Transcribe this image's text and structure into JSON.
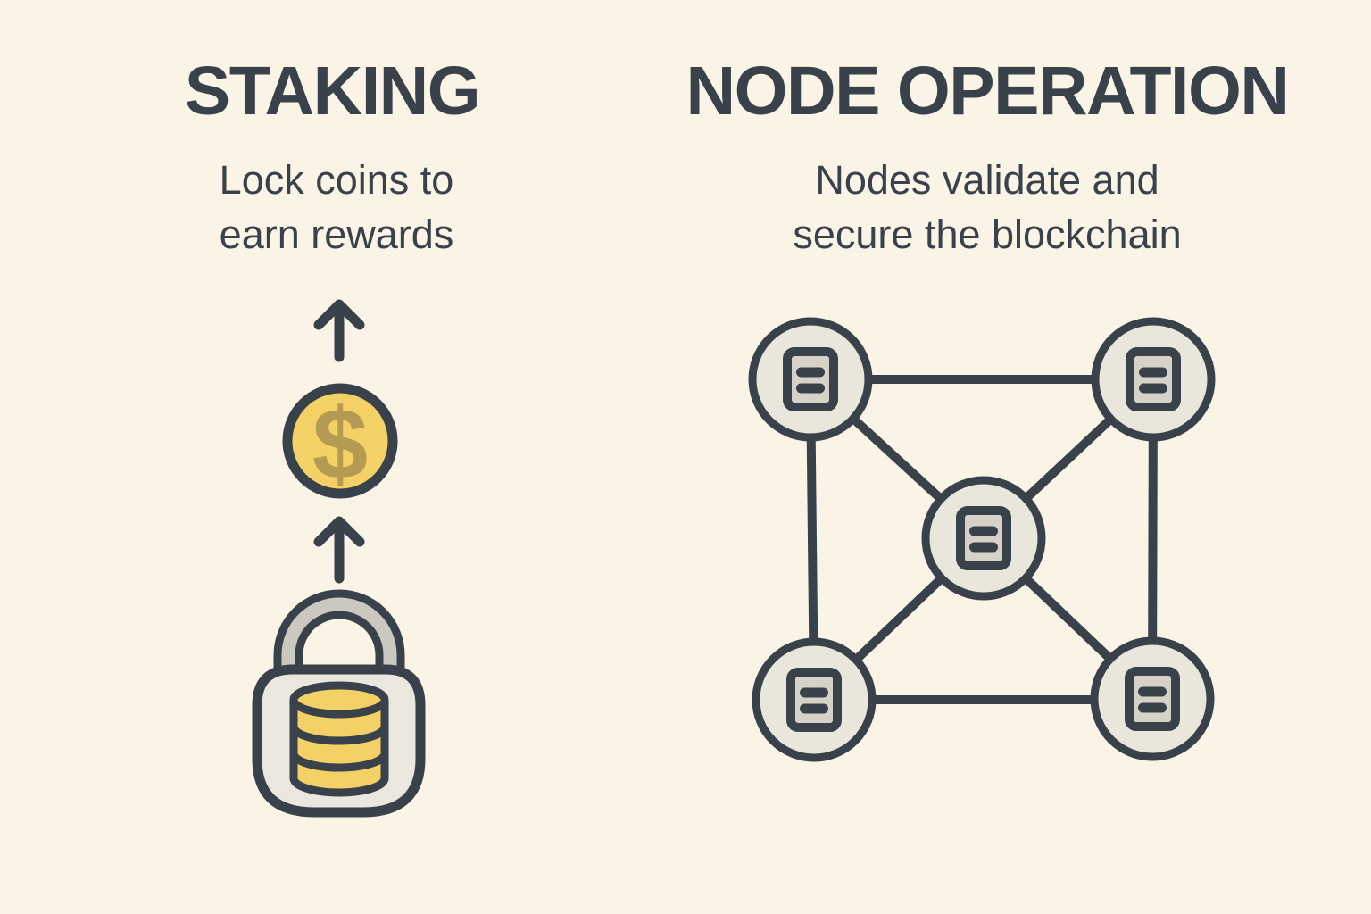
{
  "staking": {
    "title": "STAKING",
    "subtitle": [
      "Lock coins to",
      "earn rewards"
    ],
    "coin_symbol": "$"
  },
  "node_operation": {
    "title": "NODE OPERATION",
    "subtitle": [
      "Nodes validate and",
      "secure the blockchain"
    ]
  },
  "colors": {
    "bg": "#faf4e6",
    "ink": "#39414b",
    "node-fill": "#e9e6dc",
    "doc-fill": "#d6d2c8",
    "coin-fill": "#f3d164",
    "dollar": "#b49a52",
    "lock-fill": "#eae7de",
    "shackle": "#cbc8bf"
  }
}
